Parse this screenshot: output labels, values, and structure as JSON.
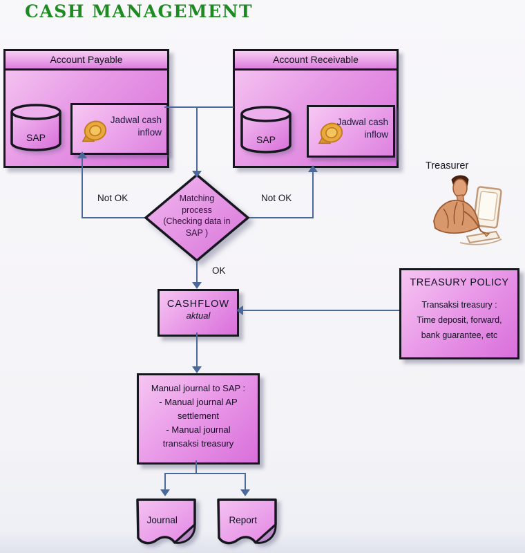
{
  "title": "CASH MANAGEMENT",
  "accounts": [
    {
      "header": "Account Payable",
      "db_label": "SAP",
      "inflow_lines": [
        "Jadwal cash",
        "inflow"
      ]
    },
    {
      "header": "Account Receivable",
      "db_label": "SAP",
      "inflow_lines": [
        "Jadwal cash",
        "inflow"
      ]
    }
  ],
  "decision": {
    "lines": [
      "Matching",
      "process",
      "(Checking data in",
      "SAP )"
    ]
  },
  "labels": {
    "not_ok_left": "Not OK",
    "not_ok_right": "Not OK",
    "ok": "OK",
    "treasurer": "Treasurer"
  },
  "cashflow": {
    "title": "CASHFLOW",
    "subtitle": "aktual"
  },
  "treasury_policy": {
    "title": "TREASURY POLICY",
    "lines": [
      "Transaksi treasury :",
      "Time deposit, forward,",
      "bank guarantee, etc"
    ]
  },
  "manual_journal": {
    "lines": [
      "Manual journal to SAP :",
      "- Manual journal AP",
      "settlement",
      "- Manual journal",
      "transaksi treasury"
    ]
  },
  "documents": [
    {
      "label": "Journal"
    },
    {
      "label": "Report"
    }
  ],
  "colors": {
    "title_green": "#1e8b22",
    "box_border": "#16161f",
    "arrow": "#4a6898",
    "ink": "#121220"
  }
}
